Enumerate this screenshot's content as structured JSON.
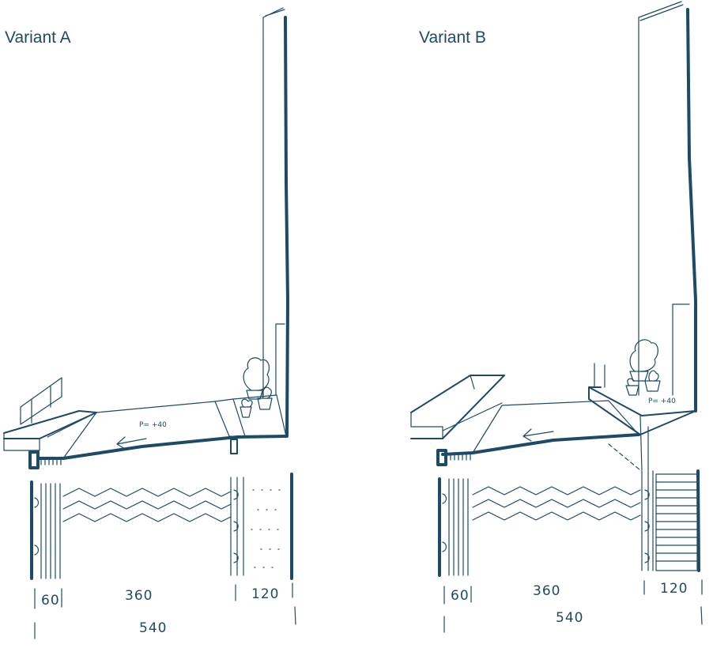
{
  "variant_a": {
    "title": "Variant A",
    "note": "P= +40",
    "dims": {
      "d1": "60",
      "d2": "360",
      "d3": "120",
      "total": "540"
    }
  },
  "variant_b": {
    "title": "Variant B",
    "note": "P= +40",
    "dims": {
      "d1": "60",
      "d2": "360",
      "d3": "120",
      "total": "540"
    }
  },
  "colors": {
    "ink": "#1d4a66",
    "background": "#ffffff"
  },
  "icons": [
    "plant-pot-icon",
    "direction-arrow-icon"
  ]
}
